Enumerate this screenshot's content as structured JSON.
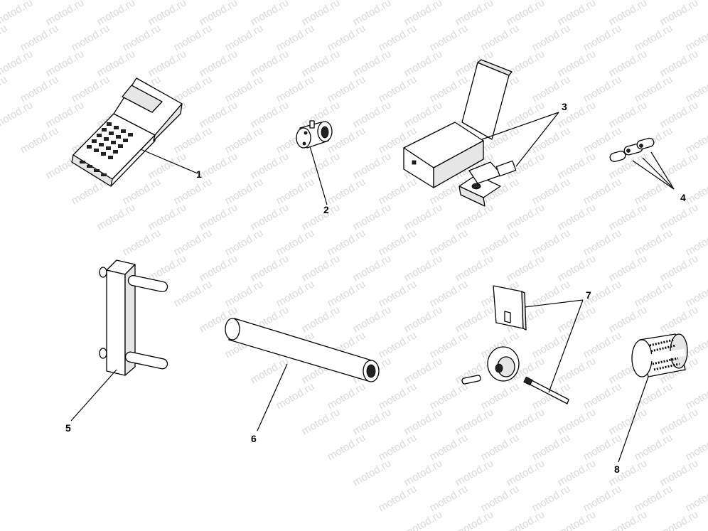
{
  "watermark": {
    "text": "motod.ru",
    "color": "#d9d9d9"
  },
  "callouts": [
    {
      "id": "1",
      "label": "1"
    },
    {
      "id": "2",
      "label": "2"
    },
    {
      "id": "3",
      "label": "3"
    },
    {
      "id": "4",
      "label": "4"
    },
    {
      "id": "5",
      "label": "5"
    },
    {
      "id": "6",
      "label": "6"
    },
    {
      "id": "7",
      "label": "7"
    },
    {
      "id": "8",
      "label": "8"
    }
  ]
}
